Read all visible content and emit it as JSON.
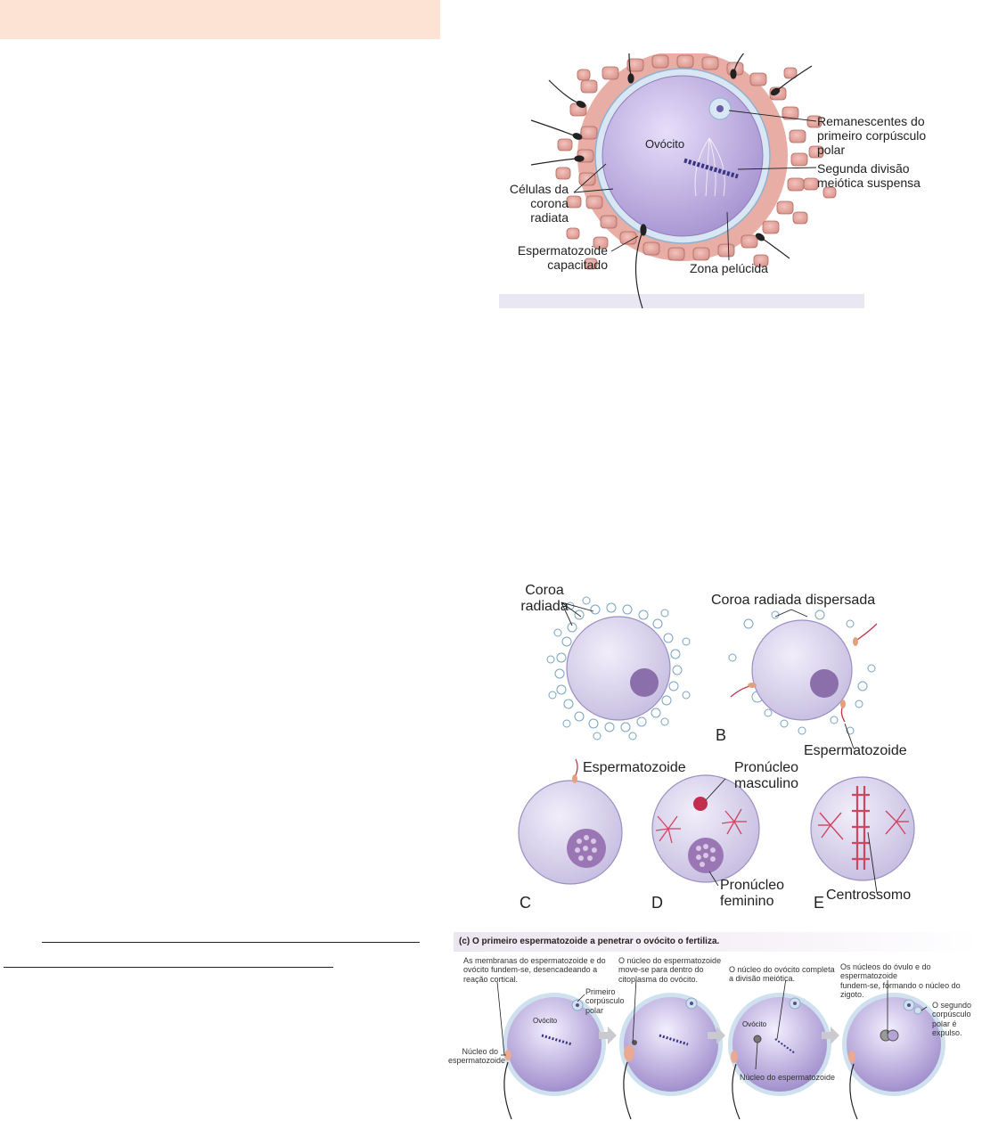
{
  "figure1": {
    "labels": {
      "oocyte": "Ovócito",
      "polar_body": [
        "Remanescentes do",
        "primeiro corpúsculo",
        "polar"
      ],
      "meiosis": [
        "Segunda divisão",
        "meiótica suspensa"
      ],
      "corona_cells": [
        "Células da",
        "corona",
        "radiata"
      ],
      "sperm_capacitated": [
        "Espermatozoide",
        "capacitado"
      ],
      "zona": "Zona pelúcida"
    }
  },
  "figure2": {
    "labels": {
      "coroa": [
        "Coroa",
        "radiada"
      ],
      "coroa_dispersa": "Coroa radiada dispersada",
      "b": "B",
      "sperm_b": "Espermatozoide",
      "sperm_c": "Espermatozoide",
      "male_pronucleus": [
        "Pronúcleo",
        "masculino"
      ],
      "female_pronucleus": [
        "Pronúcleo",
        "feminino"
      ],
      "centrosome": "Centrossomo",
      "c": "C",
      "d": "D",
      "e": "E"
    }
  },
  "figure3": {
    "title": "(c) O primeiro espermatozoide a penetrar o ovócito o fertiliza.",
    "steps": [
      [
        "As membranas do espermatozoide e do",
        "ovócito fundem-se, desencadeando a",
        "reação cortical."
      ],
      [
        "O núcleo do espermatozoide",
        "move-se para dentro do",
        "citoplasma do ovócito."
      ],
      [
        "O núcleo do ovócito completa",
        "a divisão meiótica."
      ],
      [
        "Os núcleos do óvulo e do espermatozoide",
        "fundem-se, formando o núcleo do zigoto."
      ]
    ],
    "labels": {
      "primeiro": [
        "Primeiro",
        "corpúsculo",
        "polar"
      ],
      "oocyte1": "Ovócito",
      "oocyte3": "Ovócito",
      "sperm_nucleus_left": [
        "Núcleo do",
        "espermatozoide"
      ],
      "sperm_nucleus_bottom": "Núcleo do espermatozoide",
      "segundo": [
        "O segundo",
        "corpúsculo",
        "polar é",
        "expulso."
      ]
    }
  }
}
